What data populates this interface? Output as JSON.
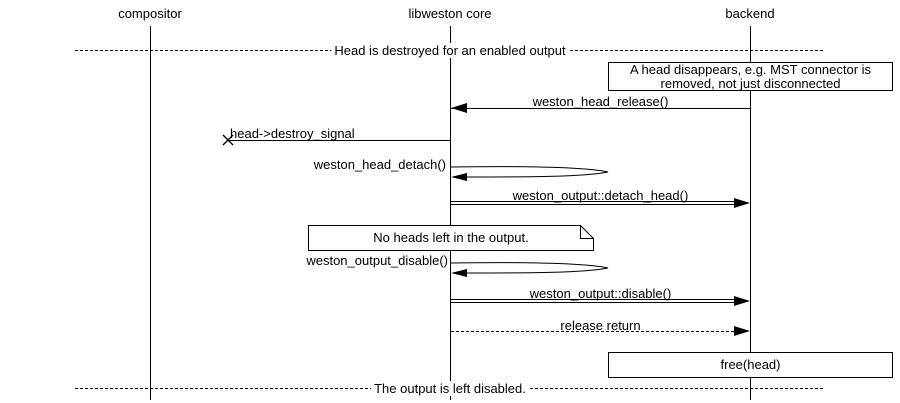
{
  "actors": {
    "compositor": "compositor",
    "core": "libweston core",
    "backend": "backend"
  },
  "dividers": {
    "top": "Head is destroyed for an enabled output",
    "bottom": "The output is left disabled."
  },
  "notes": {
    "head_disappears_line1": "A head disappears, e.g. MST connector is",
    "head_disappears_line2": "removed, not just disconnected",
    "no_heads_left": "No heads left in the output.",
    "free_head": "free(head)"
  },
  "messages": {
    "head_release": "weston_head_release()",
    "destroy_signal": "head->destroy_signal",
    "head_detach": "weston_head_detach()",
    "detach_head": "weston_output::detach_head()",
    "output_disable": "weston_output_disable()",
    "disable": "weston_output::disable()",
    "release_return": "release return"
  }
}
